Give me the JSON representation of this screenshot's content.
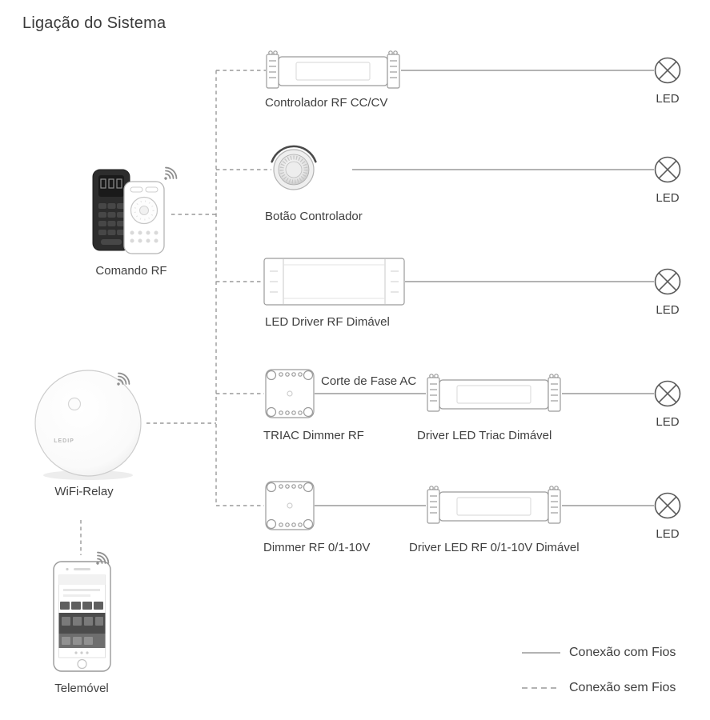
{
  "title": "Ligação do Sistema",
  "sources": {
    "remote": {
      "label": "Comando RF"
    },
    "relay": {
      "label": "WiFi-Relay",
      "logo": "LEDIP"
    },
    "phone": {
      "label": "Telemóvel"
    }
  },
  "rows": [
    {
      "device": "Controlador RF CC/CV",
      "led": "LED"
    },
    {
      "device": "Botão Controlador",
      "led": "LED"
    },
    {
      "device": "LED Driver RF Dimável",
      "led": "LED"
    },
    {
      "device": "TRIAC Dimmer RF",
      "driver": "Driver LED Triac Dimável",
      "wire_label": "Corte de Fase AC",
      "led": "LED"
    },
    {
      "device": "Dimmer RF 0/1-10V",
      "driver": "Driver LED RF 0/1-10V Dimável",
      "led": "LED"
    }
  ],
  "legend": {
    "wired": "Conexão com Fios",
    "wireless": "Conexão sem Fios"
  },
  "icons": {
    "wifi": "wifi-signal-icon",
    "led": "led-lamp-symbol"
  },
  "colors": {
    "line": "#9a9a9a",
    "text": "#3f3f3f",
    "device_stroke": "#9b9b9b"
  }
}
